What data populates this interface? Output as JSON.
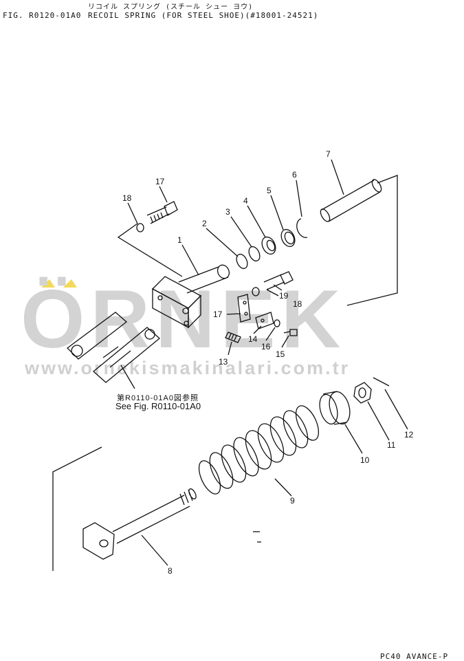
{
  "header": {
    "jp_title": "リコイル スプリング (スチール シュー ヨウ)",
    "fig_code": "FIG. R0120-01A0",
    "title": "RECOIL SPRING (FOR STEEL SHOE)(#18001-24521)"
  },
  "reference": {
    "jp": "第R0110-01A0図参照",
    "en": "See Fig. R0110-01A0"
  },
  "footer_code": "PC40 AVANCE-P",
  "watermark": {
    "brand": "ÖRNEK",
    "url": "www.ornekismakinalari.com.tr",
    "color": "#cccccc",
    "accent": "#f2d33a"
  },
  "callouts": [
    "1",
    "2",
    "3",
    "4",
    "5",
    "6",
    "7",
    "8",
    "9",
    "10",
    "11",
    "12",
    "13",
    "14",
    "15",
    "16",
    "17",
    "18",
    "18",
    "19",
    "19"
  ]
}
